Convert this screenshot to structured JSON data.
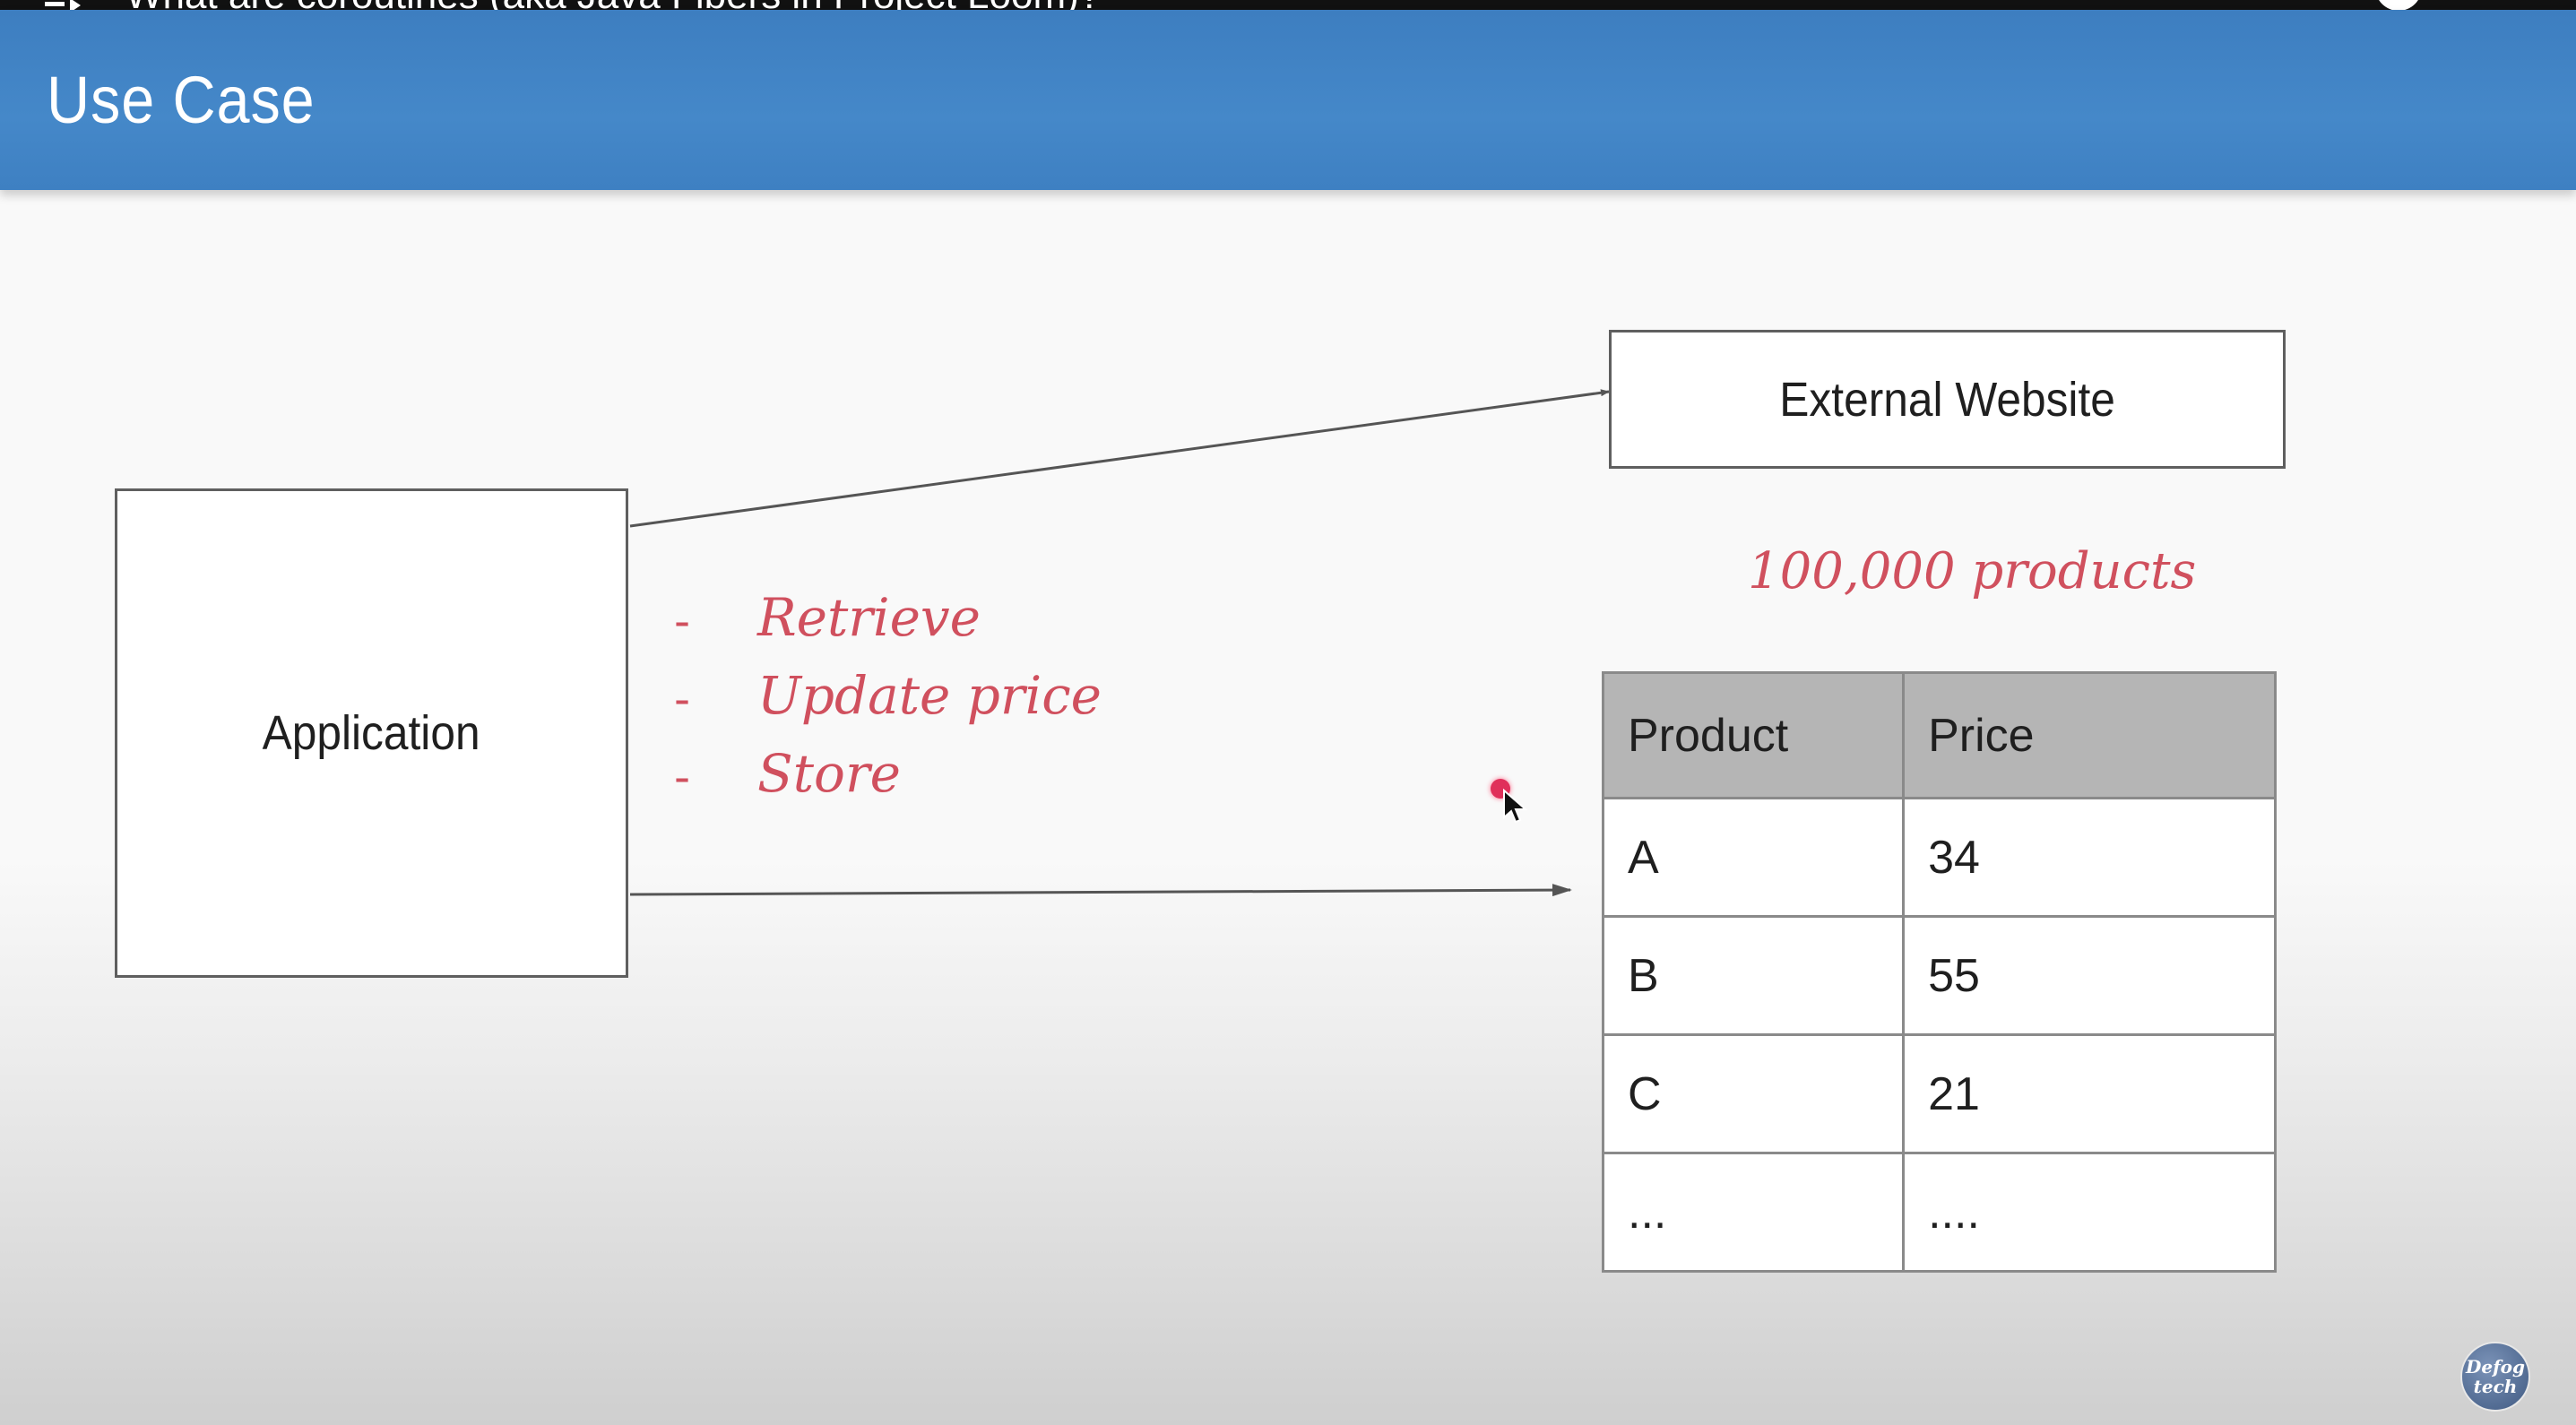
{
  "video": {
    "title": "What are coroutines (aka Java Fibers in Project Loom)?"
  },
  "slide": {
    "title": "Use Case",
    "application_label": "Application",
    "external_label": "External Website",
    "actions": [
      "Retrieve",
      "Update price",
      "Store"
    ],
    "dash": "-",
    "products_note": "100,000 products",
    "table": {
      "headers": [
        "Product",
        "Price"
      ],
      "rows": [
        [
          "A",
          "34"
        ],
        [
          "B",
          "55"
        ],
        [
          "C",
          "21"
        ],
        [
          "...",
          "...."
        ]
      ]
    }
  },
  "logo": {
    "line1": "Defog",
    "line2": "tech"
  },
  "colors": {
    "header": "#4588c9",
    "handwriting": "#d0505e",
    "table_header": "#b5b5b5"
  },
  "icons": [
    "playlist-icon",
    "watch-later-icon",
    "share-icon",
    "cursor-icon",
    "laser-pointer-icon"
  ]
}
